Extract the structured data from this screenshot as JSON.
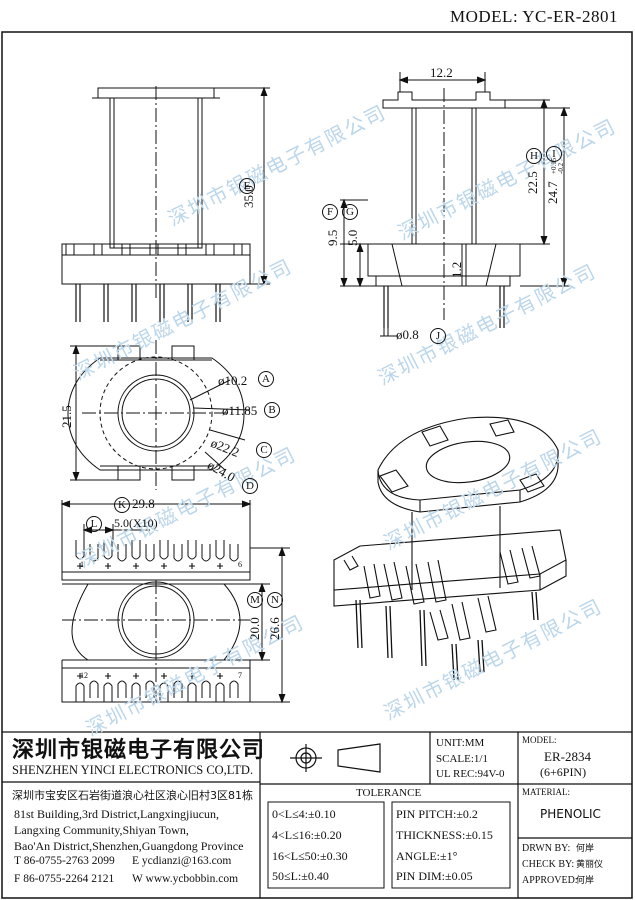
{
  "header": {
    "model_label": "MODEL: YC-ER-2801"
  },
  "dimensions": {
    "top_width": "12.2",
    "height_E": "35.0",
    "height_H": "22.5",
    "height_I": "24.7",
    "tol_plus": "+0.15",
    "tol_minus": "-0.2",
    "F": "9.5",
    "G": "5.0",
    "inner_offset": "1.2",
    "pin_dia": "ø0.8",
    "side_height": "21.5",
    "A": "ø10.2",
    "B": "ø11.85",
    "C": "ø22.2",
    "D": "ø24.0",
    "K": "29.8",
    "L": "5.0(X10)",
    "M": "20.0",
    "N": "26.6",
    "pin_1": "1",
    "pin_6": "6",
    "pin_12": "12",
    "pin_7": "7"
  },
  "callouts": {
    "E": "E",
    "H": "H",
    "I": "I",
    "F": "F",
    "G": "G",
    "J": "J",
    "A": "A",
    "B": "B",
    "C": "C",
    "D": "D",
    "K": "K",
    "L": "L",
    "M": "M",
    "N": "N"
  },
  "watermarks": [
    "深圳市银磁电子有限公司",
    "深圳市银磁电子有限公司",
    "深圳市银磁电子有限公司",
    "深圳市银磁电子有限公司",
    "深圳市银磁电子有限公司",
    "深圳市银磁电子有限公司",
    "深圳市银磁电子有限公司",
    "深圳市银磁电子有限公司"
  ],
  "company": {
    "name_cn": "深圳市银磁电子有限公司",
    "name_en": "SHENZHEN YINCI ELECTRONICS CO,LTD.",
    "address_cn": "深圳市宝安区石岩街道浪心社区浪心旧村3区81栋",
    "address_en_1": "81st Building,3rd District,Langxingjiucun,",
    "address_en_2": "Langxing Community,Shiyan Town,",
    "address_en_3": "Bao'An District,Shenzhen,Guangdong Province",
    "tel": "T 86-0755-2763 2099",
    "email": "E ycdianzi@163.com",
    "fax": "F 86-0755-2264 2121",
    "web": "W www.ycbobbin.com"
  },
  "specs": {
    "unit": "UNIT:MM",
    "scale": "SCALE:1/1",
    "ul": "UL REC:94V-0",
    "tolerance_title": "TOLERANCE",
    "tol_rows": [
      "0<L≤4:±0.10",
      "4<L≤16:±0.20",
      "16<L≤50:±0.30",
      "50≤L:±0.40"
    ],
    "right_rows": [
      "PIN PITCH:±0.2",
      "THICKNESS:±0.15",
      "ANGLE:±1°",
      "PIN DIM:±0.05"
    ]
  },
  "model_box": {
    "label": "MODEL:",
    "value": "ER-2834",
    "pins": "(6+6PIN)"
  },
  "material_box": {
    "label": "MATERIAL:",
    "value": "PHENOLIC"
  },
  "approval": {
    "drawn": "DRWN BY:",
    "drawn_name": "何岸",
    "check": "CHECK BY:",
    "check_name": "黄丽仪",
    "approved": "APPROVED:",
    "approved_name": "何岸"
  }
}
